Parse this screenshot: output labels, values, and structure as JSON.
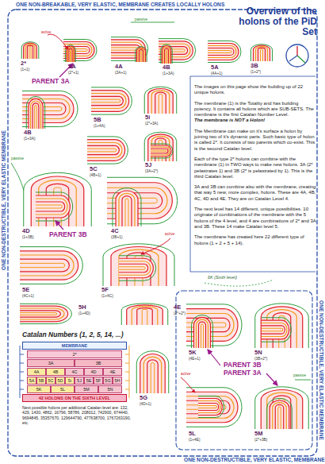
{
  "diagram": {
    "title": "Overview of the holons of the PiD Set",
    "nodes": [
      {
        "text": [
          "MEMBRANE"
        ]
      },
      {
        "text": [
          "2*"
        ]
      },
      {
        "text": [
          "3A"
        ]
      },
      {
        "text": [
          "3B"
        ]
      },
      {
        "text": [
          "4A"
        ]
      },
      {
        "text": [
          "4B"
        ]
      },
      {
        "text": [
          "4C"
        ]
      },
      {
        "text": [
          "4D"
        ]
      },
      {
        "text": [
          "4E"
        ]
      },
      {
        "text": [
          "5A"
        ]
      },
      {
        "text": [
          "5B"
        ]
      },
      {
        "text": [
          "5C"
        ]
      },
      {
        "text": [
          "5D"
        ]
      },
      {
        "text": [
          "5i"
        ]
      },
      {
        "text": [
          "5J"
        ]
      },
      {
        "text": [
          "5E"
        ]
      },
      {
        "text": [
          "5F"
        ]
      },
      {
        "text": [
          "5G"
        ]
      },
      {
        "text": [
          "5H"
        ]
      },
      {
        "text": [
          "5K"
        ]
      },
      {
        "text": [
          "5L"
        ]
      },
      {
        "text": [
          "5M"
        ]
      },
      {
        "text": [
          "5N"
        ]
      },
      {
        "text": [
          "42 HOLONS ON THE SIXTH LEVEL"
        ]
      }
    ],
    "labels": [
      "ONE NON-BREAKABLE, VERY ELASTIC, MEMBRANE CREATES LOCALLY HOLONS",
      "passive",
      "active",
      "2*",
      "(1+1)",
      "3A",
      "(2*+1)",
      "4A",
      "(3A+1)",
      "4B",
      "(1+3A)",
      "5A",
      "(4A+1)",
      "3B",
      "(1+2*)",
      "PARENT 3A",
      "The images on this page show the building up of 22 unique holons.",
      "The membrane (1) is the Totality and has building potency. It contains all holons which are SUB-SETS. The membrane is the first Catalan Number Level.",
      "The membrane is NOT a Holon!",
      "The Membrane can make on it's surface a holon by joining two of it's dynamic parts. Such basic type of holon is called 2*. It consists of two parents which co-exist. This is the second Catalan level.",
      "Each of the type 2* holons can combine with the membrane (1) in TWO ways to make new holons. 3A (2* pelastrates 1) and 3B (2* is pelastrated by 1). This is the third Catalan level.",
      "3A and 3B can combine also with the membrane, creating that way 5 new, more complex, holons. These are 4A, 4B, 4C, 4D and 4E. They are on Catalan Level 4.",
      "The next level has 14 different, unique possibilities. 10 originate of combinations of the membrane with the 5 holons of the 4 level, and 4 are combinations of 2* and 3A and 3B. These 14 make Catalan level 5.",
      "The membrane has created here 22 different type of holons (1 + 2 + 5 + 14).",
      "ONE NON-DESTRUCTIBLE, VERY ELASTIC MEMBRANE",
      "4B",
      "(1+3A)",
      "5B",
      "(1+4A)",
      "5i",
      "(2*+3A)",
      "passive",
      "5C",
      "(4B+1)",
      "5J",
      "(3A+2*)",
      "4D",
      "(1+3B)",
      "PARENT 3B",
      "4C",
      "(3B+1)",
      "active",
      "5E",
      "(4C+1)",
      "5F",
      "(1+4C)",
      "6K (Sixth level)",
      "5H",
      "(1+4D)",
      "4E",
      "(2*+2*)",
      "Catalan Numbers (1, 2, 5, 14, ...)",
      "Next possible holons per additional Catalan level are: 132, 429, 1430, 4862, 16796, 58786, 208012, 742900, 674440, 9694845, 35357670, 129644790, 477638700, 1767263190, etc.",
      "5G",
      "(4D+1)",
      "5K",
      "(4E+1)",
      "5N",
      "(3B+2*)",
      "PARENT 3B",
      "PARENT 3A",
      "active",
      "passive",
      "5L",
      "(1+4E)",
      "5M",
      "(2*+3B)",
      "ONE NON-DESTRUCTIBLE, VERY ELASTIC MEMBRANE",
      "ONE NON-DESTRUCTIBLE, VERY ELASTIC, MEMBRANE"
    ]
  }
}
